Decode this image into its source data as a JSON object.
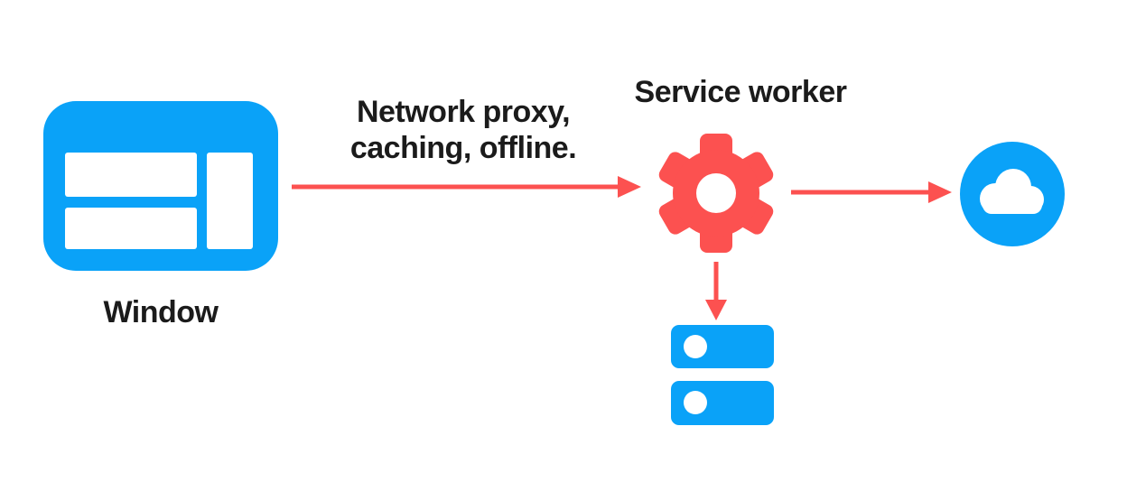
{
  "diagram_type": "service-worker-architecture",
  "colors": {
    "primary_blue": "#0AA2F8",
    "accent_red": "#FC5150",
    "text": "#1B1B1B",
    "cutout_white": "#FFFFFF",
    "background": "#FFFFFF"
  },
  "nodes": {
    "window": {
      "label": "Window",
      "icon": "browser-window-icon",
      "color": "#0AA2F8"
    },
    "service_worker": {
      "label": "Service worker",
      "icon": "gear-icon",
      "color": "#FC5150"
    },
    "network": {
      "icon": "cloud-icon",
      "color": "#0AA2F8"
    },
    "storage": {
      "icon": "storage-stack-icon",
      "color": "#0AA2F8"
    }
  },
  "edges": [
    {
      "from": "window",
      "to": "service_worker",
      "caption_lines": [
        "Network proxy,",
        "caching, offline."
      ],
      "direction": "right",
      "color": "#FC5150"
    },
    {
      "from": "service_worker",
      "to": "network",
      "direction": "right",
      "color": "#FC5150"
    },
    {
      "from": "service_worker",
      "to": "storage",
      "direction": "down",
      "color": "#FC5150"
    }
  ]
}
